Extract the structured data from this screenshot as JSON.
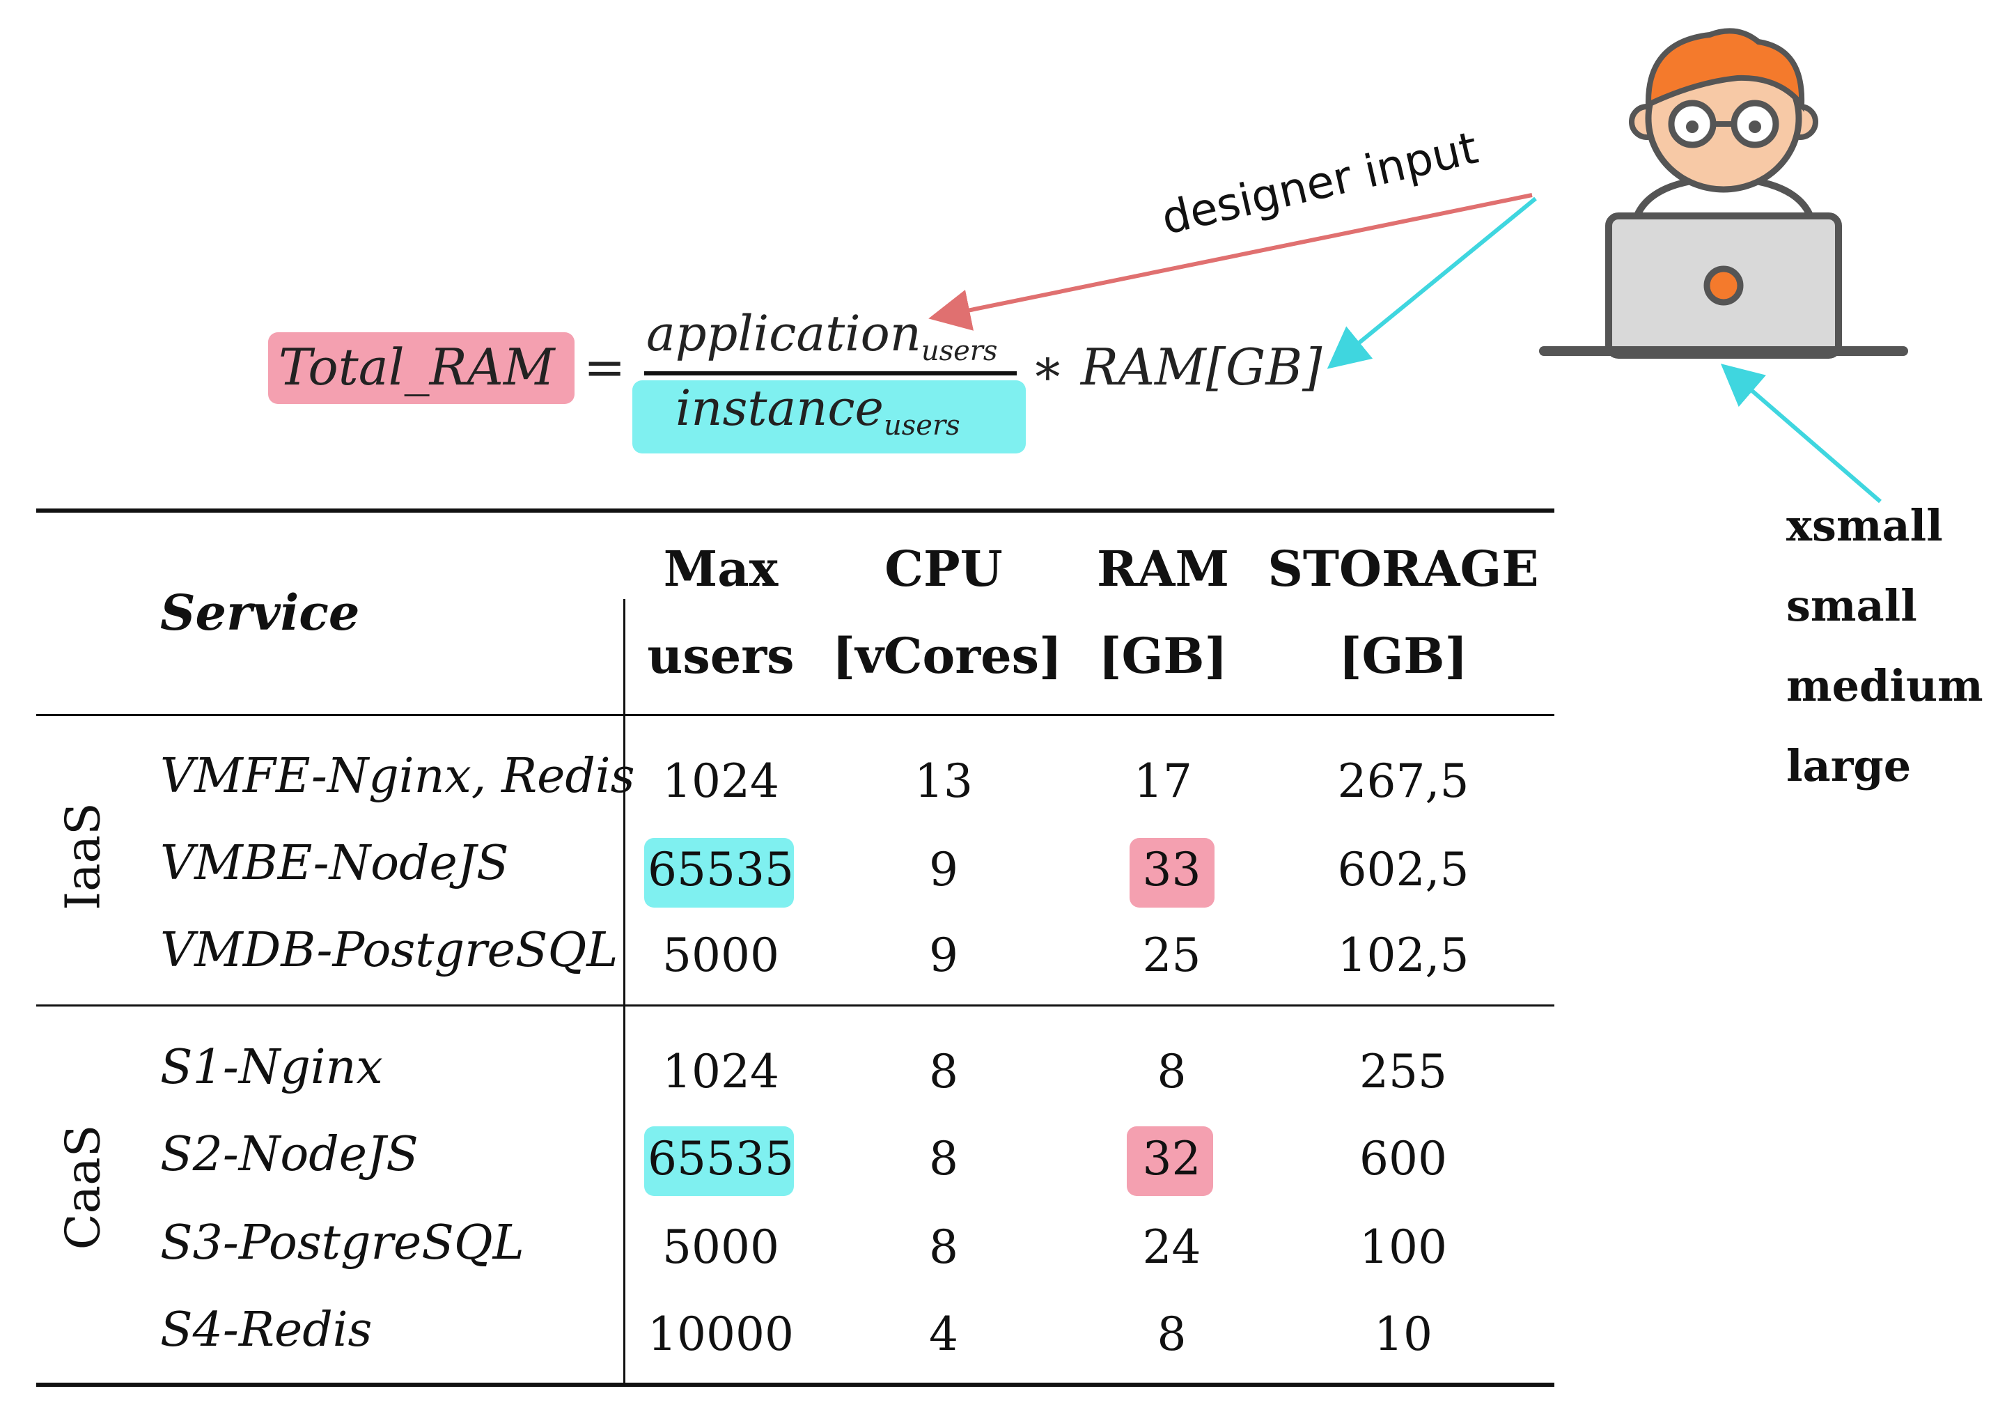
{
  "formula": {
    "lhs": "Total_RAM",
    "equals": "=",
    "numerator": "application",
    "numerator_sub": "users",
    "denominator": "instance",
    "denominator_sub": "users",
    "rhs": "∗ RAM[GB]"
  },
  "annotation": {
    "designer_input": "designer input"
  },
  "sizes": [
    "xsmall",
    "small",
    "medium",
    "large"
  ],
  "table": {
    "headers": {
      "service": "Service",
      "max_users_1": "Max",
      "max_users_2": "users",
      "cpu_1": "CPU",
      "cpu_2": "[vCores]",
      "ram_1": "RAM",
      "ram_2": "[GB]",
      "storage_1": "STORAGE",
      "storage_2": "[GB]"
    },
    "groups": [
      {
        "label": "IaaS",
        "rows": [
          {
            "service": "VMFE-Nginx, Redis",
            "max_users": "1024",
            "cpu": "13",
            "ram": "17",
            "storage": "267,5"
          },
          {
            "service": "VMBE-NodeJS",
            "max_users": "65535",
            "cpu": "9",
            "ram": "33",
            "storage": "602,5"
          },
          {
            "service": "VMDB-PostgreSQL",
            "max_users": "5000",
            "cpu": "9",
            "ram": "25",
            "storage": "102,5"
          }
        ]
      },
      {
        "label": "CaaS",
        "rows": [
          {
            "service": "S1-Nginx",
            "max_users": "1024",
            "cpu": "8",
            "ram": "8",
            "storage": "255"
          },
          {
            "service": "S2-NodeJS",
            "max_users": "65535",
            "cpu": "8",
            "ram": "32",
            "storage": "600"
          },
          {
            "service": "S3-PostgreSQL",
            "max_users": "5000",
            "cpu": "8",
            "ram": "24",
            "storage": "100"
          },
          {
            "service": "S4-Redis",
            "max_users": "10000",
            "cpu": "4",
            "ram": "8",
            "storage": "10"
          }
        ]
      }
    ]
  },
  "colors": {
    "red_highlight": "#f4a0b0",
    "cyan_highlight": "#7ff0f0",
    "red_arrow": "#e07070",
    "cyan_arrow": "#3fd6df",
    "orange": "#f47a2c"
  }
}
